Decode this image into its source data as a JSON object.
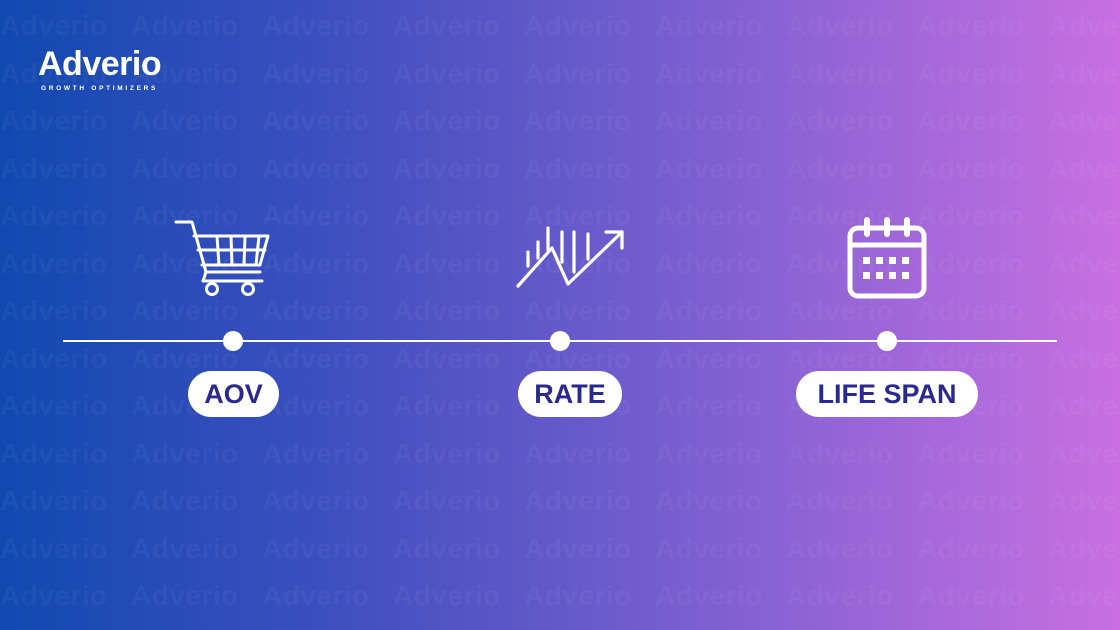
{
  "brand": {
    "name": "Adverio",
    "tagline": "GROWTH OPTIMIZERS",
    "watermark_text": "Adverio"
  },
  "colors": {
    "gradient_start": "#1149b0",
    "gradient_end": "#c86fe2",
    "pill_text": "#2a2a8e",
    "foreground": "#ffffff"
  },
  "timeline": {
    "items": [
      {
        "label": "AOV",
        "icon": "shopping-cart-icon"
      },
      {
        "label": "RATE",
        "icon": "trend-up-arrow-icon"
      },
      {
        "label": "LIFE SPAN",
        "icon": "calendar-icon"
      }
    ]
  }
}
